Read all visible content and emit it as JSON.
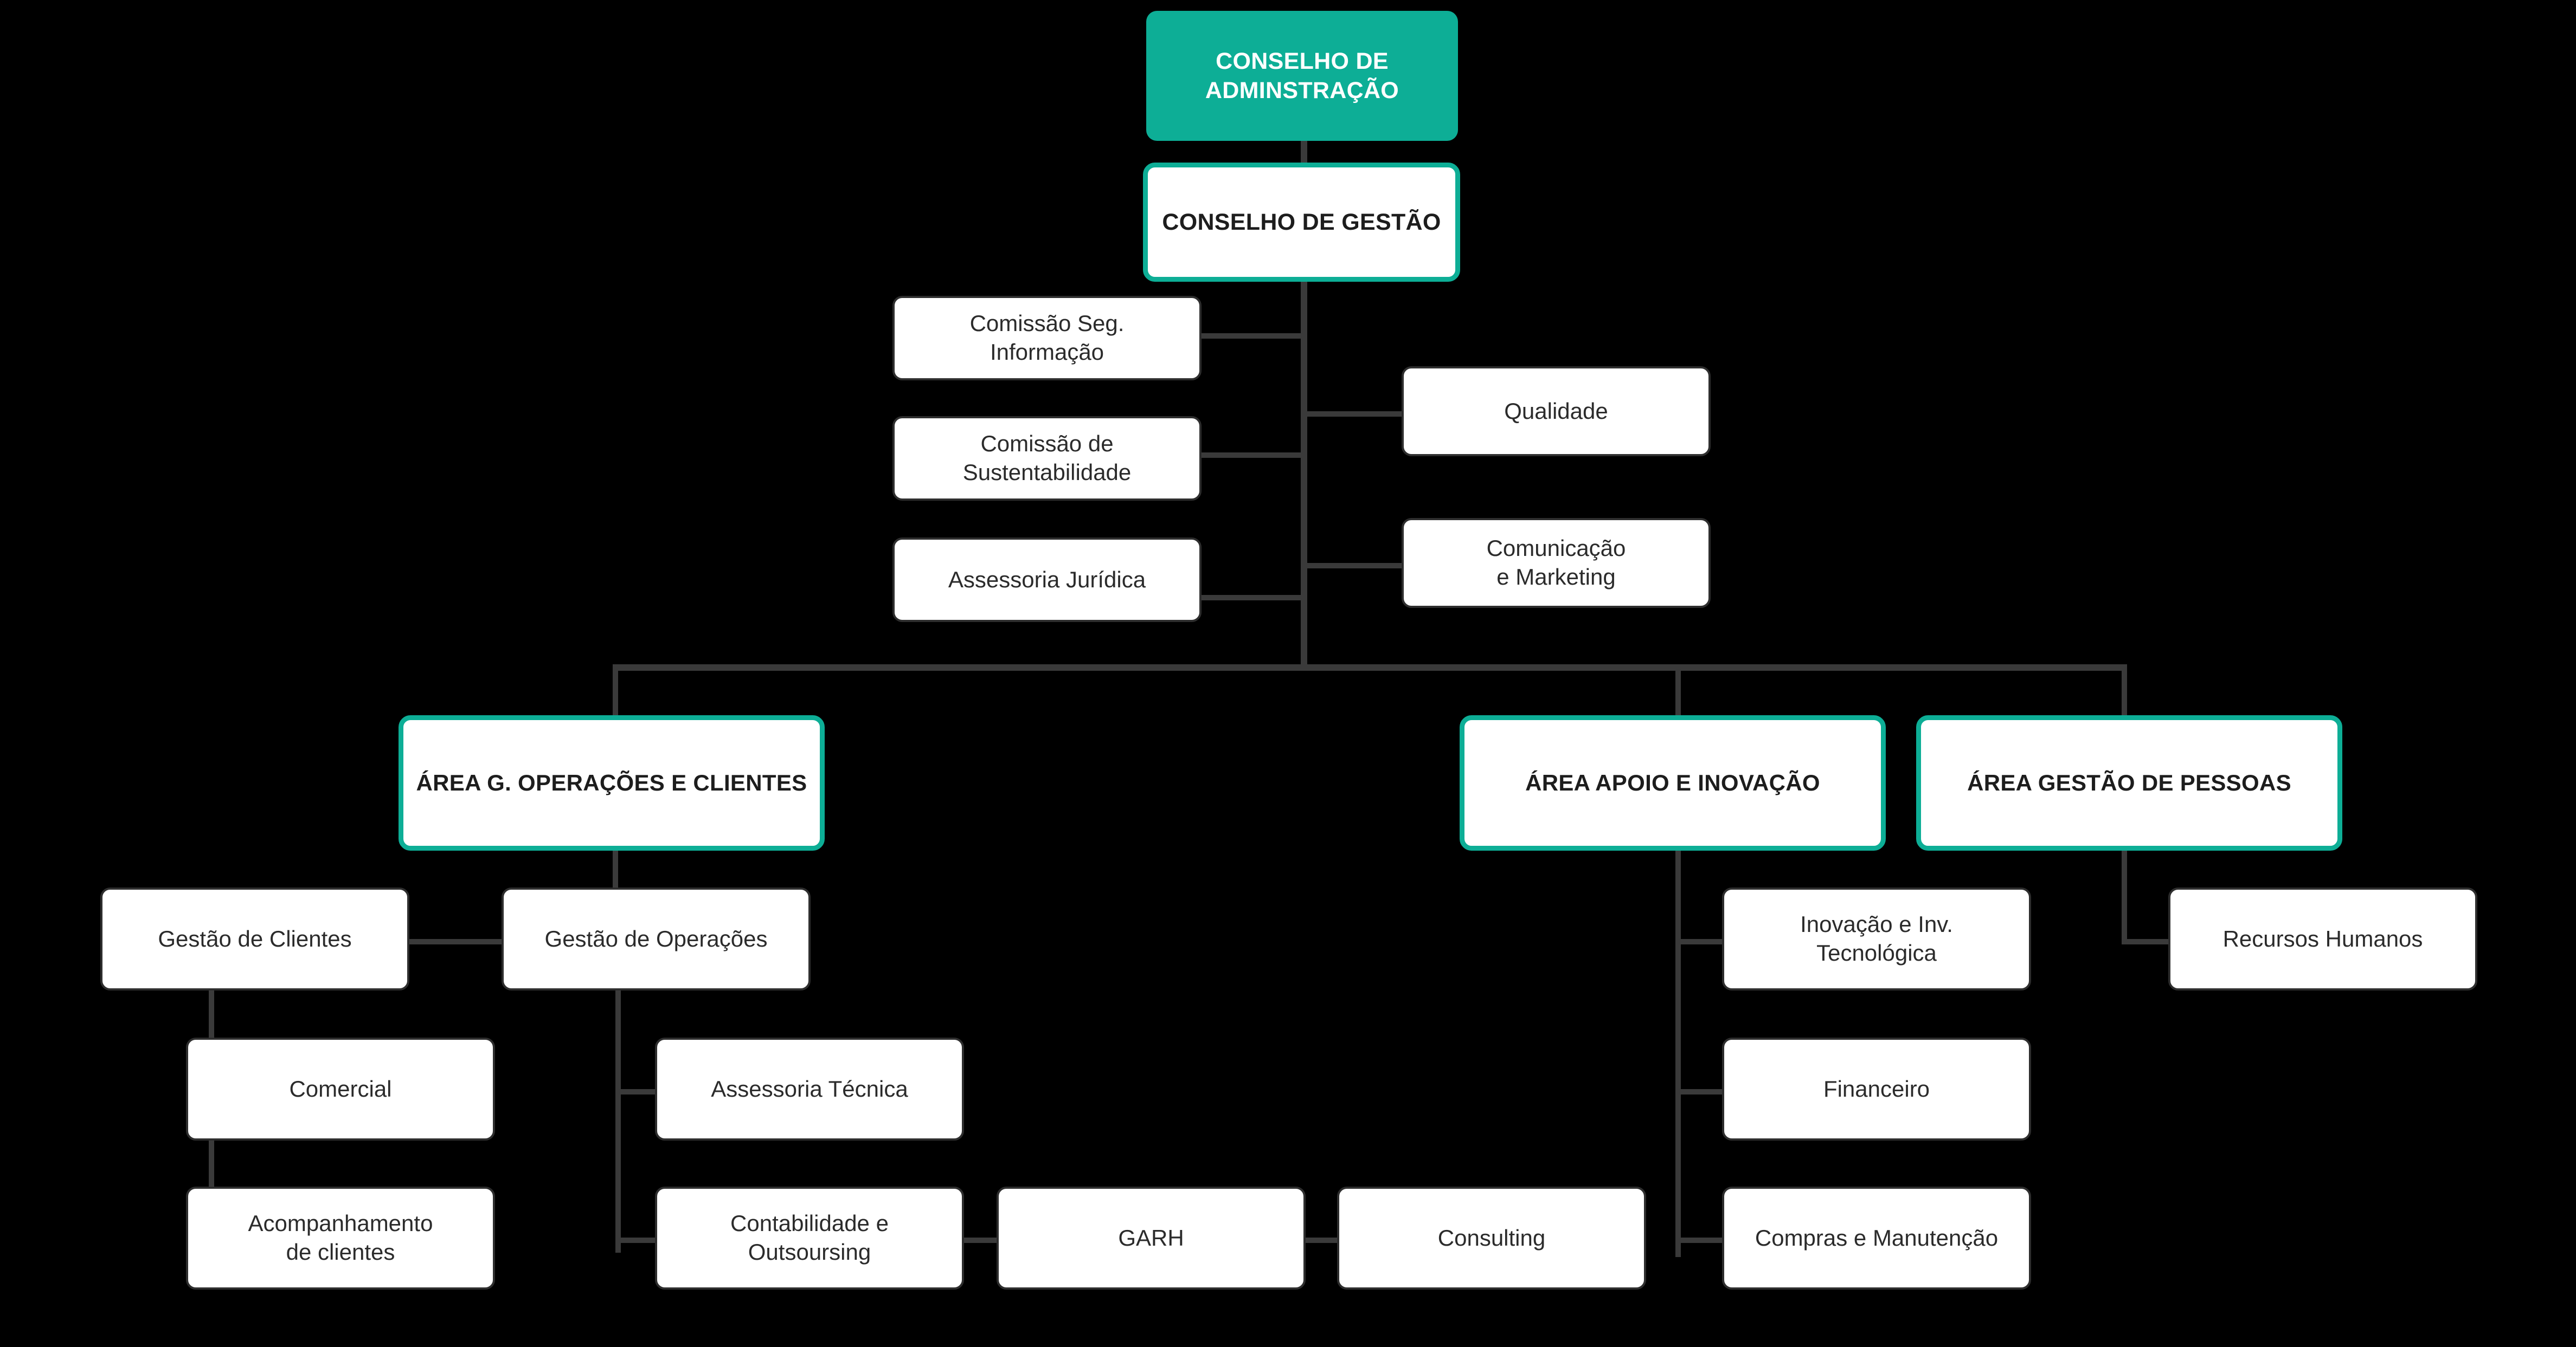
{
  "chart_type": "org-chart",
  "theme": {
    "background": "#000000",
    "accent": "#0DAE96",
    "connector": "#3A3A3A",
    "node_fill": "#FFFFFF",
    "node_border": "#2E2E2E",
    "node_text": "#2B2B2B",
    "filled_text": "#FFFFFF"
  },
  "nodes": {
    "conselho_administracao": "CONSELHO DE\nADMINSTRAÇÃO",
    "conselho_gestao": "CONSELHO DE  GESTÃO",
    "comissao_seg_informacao": "Comissão Seg.\nInformação",
    "comissao_sustentabilidade": "Comissão de\nSustentabilidade",
    "assessoria_juridica": "Assessoria Jurídica",
    "qualidade": "Qualidade",
    "comunicacao_marketing": "Comunicação\ne Marketing",
    "area_operacoes_clientes": "ÁREA G. OPERAÇÕES E CLIENTES",
    "area_apoio_inovacao": "ÁREA APOIO E INOVAÇÃO",
    "area_gestao_pessoas": "ÁREA GESTÃO DE PESSOAS",
    "gestao_clientes": "Gestão de Clientes",
    "gestao_operacoes": "Gestão de Operações",
    "comercial": "Comercial",
    "acompanhamento_clientes": "Acompanhamento\nde clientes",
    "assessoria_tecnica": "Assessoria Técnica",
    "contabilidade_outsoursing": "Contabilidade e\nOutsoursing",
    "garh": "GARH",
    "consulting": "Consulting",
    "inovacao_inv_tecnologica": "Inovação e Inv.\nTecnológica",
    "financeiro": "Financeiro",
    "compras_manutencao": "Compras e Manutenção",
    "recursos_humanos": "Recursos Humanos"
  }
}
